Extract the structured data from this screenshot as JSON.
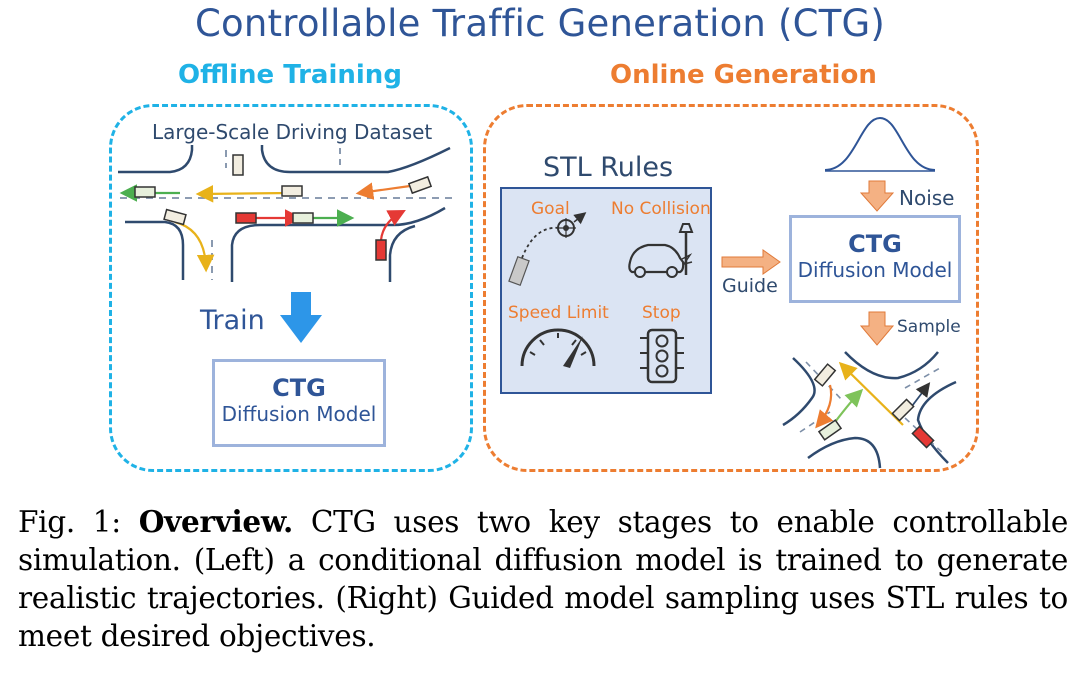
{
  "figure": {
    "title": "Controllable Traffic Generation (CTG)",
    "offline": {
      "heading": "Offline Training",
      "dataset_label": "Large-Scale Driving Dataset",
      "train_label": "Train",
      "model_title": "CTG",
      "model_subtitle": "Diffusion Model"
    },
    "online": {
      "heading": "Online Generation",
      "rules_title": "STL Rules",
      "rules": {
        "goal": "Goal",
        "no_collision": "No Collision",
        "speed_limit": "Speed Limit",
        "stop": "Stop"
      },
      "guide_label": "Guide",
      "noise_label": "Noise",
      "sample_label": "Sample",
      "model_title": "CTG",
      "model_subtitle": "Diffusion Model"
    },
    "colors": {
      "offline": "#1fb2e6",
      "online": "#ed7d31",
      "navy": "#2f5597",
      "rules_bg": "#dbe4f3"
    }
  },
  "caption": {
    "label": "Fig. 1:",
    "bold": "Overview.",
    "text": "CTG uses two key stages to enable controllable simulation. (Left) a conditional diffusion model is trained to generate realistic trajectories. (Right) Guided model sampling uses STL rules to meet desired objectives."
  }
}
